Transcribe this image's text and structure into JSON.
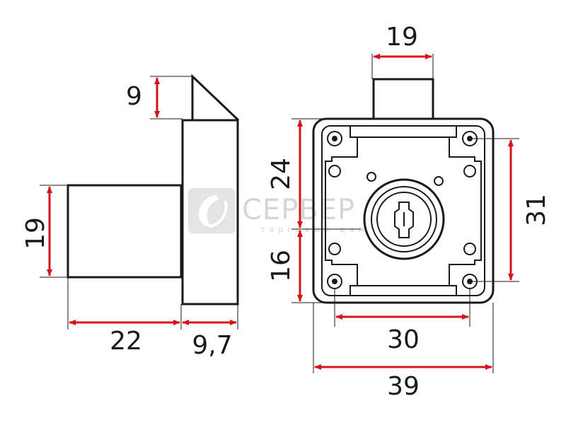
{
  "dimensions": {
    "side_tongue_height": "9",
    "side_body_height": "19",
    "side_body_length": "22",
    "side_plate_thickness": "9,7",
    "front_bolt_width": "19",
    "front_upper_height": "24",
    "front_lower_height": "16",
    "front_hole_spacing_vertical": "31",
    "front_hole_spacing_horizontal": "30",
    "front_overall_width": "39"
  },
  "watermark": {
    "title": "СЕРВЕР",
    "subtitle": "торговый дом"
  },
  "colors": {
    "dimension_line": "#d4141a",
    "outline": "#1a1a1a"
  }
}
